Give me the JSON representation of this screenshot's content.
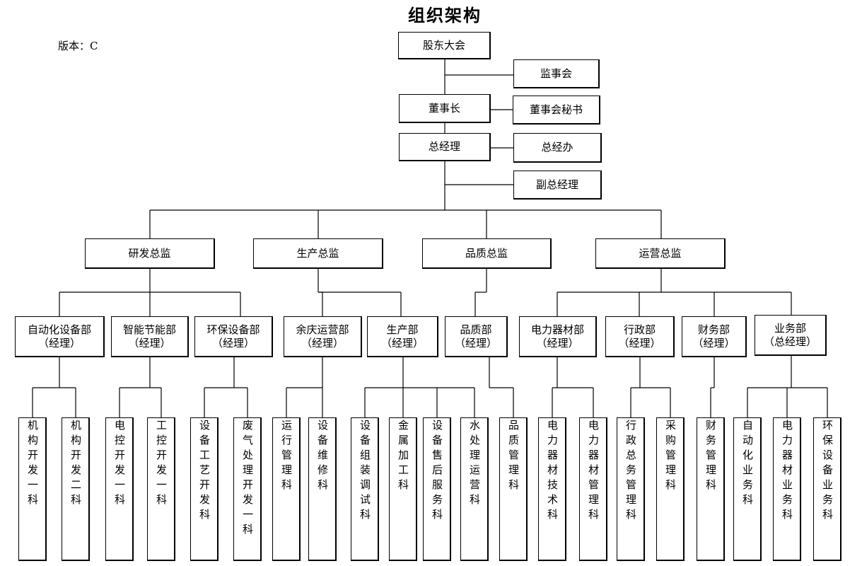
{
  "title": "组织架构",
  "version": "版本：C",
  "top": {
    "shareholders": "股东大会",
    "supervisory": "监事会",
    "chairman": "董事长",
    "secretary": "董事会秘书",
    "gm": "总经理",
    "gm_office": "总经办",
    "deputy_gm": "副总经理"
  },
  "directors": [
    "研发总监",
    "生产总监",
    "品质总监",
    "运营总监"
  ],
  "departments": [
    "自动化设备部\n（经理）",
    "智能节能部\n（经理）",
    "环保设备部\n（经理）",
    "余庆运营部\n（经理）",
    "生产部\n（经理）",
    "品质部\n（经理）",
    "电力器材部\n（经理）",
    "行政部\n（经理）",
    "财务部\n（经理）",
    "业务部\n（总经理）"
  ],
  "sections": [
    "机构开发一科",
    "机构开发二科",
    "电控开发一科",
    "工控开发一科",
    "设备工艺开发科",
    "废气处理开发一科",
    "运行管理科",
    "设备维修科",
    "设备组装调试科",
    "金属加工科",
    "设备售后服务科",
    "水处理运营科",
    "品质管理科",
    "电力器材技术科",
    "电力器材管理科",
    "行政总务管理科",
    "采购管理科",
    "财务管理科",
    "自动化业务科",
    "电力器材业务科",
    "环保设备业务科"
  ]
}
